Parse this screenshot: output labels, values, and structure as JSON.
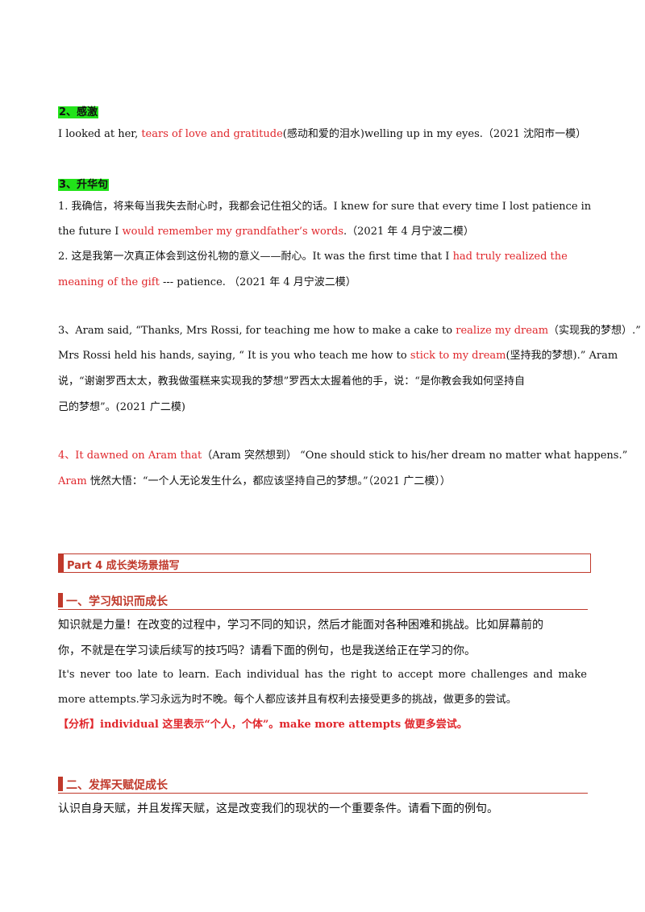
{
  "s2": {
    "heading": "2、感激",
    "l1": {
      "a": "I looked at her,  ",
      "b": "tears of love and gratitude",
      "c": "(感动和爱的泪水)welling up in my eyes.（2021 沈阳市一模）"
    }
  },
  "s3": {
    "heading": "3、升华句",
    "i1": {
      "l1": "1.  我确信，将来每当我失去耐心时，我都会记住祖父的话。I knew for sure that every time I lost patience in",
      "l2a": "the future I  ",
      "l2b": "would remember my grandfather’s words",
      "l2c": ".（2021 年 4 月宁波二模）"
    },
    "i2": {
      "l1a": "2.  这是我第一次真正体会到这份礼物的意义——耐心。It was the first time that I  ",
      "l1b": "had truly realized the",
      "l2a": "meaning of the gift",
      "l2b": "  --- patience.  （2021 年 4 月宁波二模）"
    },
    "i3": {
      "l1a": "3、Aram said, “Thanks, Mrs Rossi, for teaching me how to make a cake to  ",
      "l1b": "realize my dream",
      "l1c": "（实现我的梦想）.”",
      "l2a": "Mrs Rossi held his hands, saying, “ It is you who teach me how to  ",
      "l2b": "stick to my dream",
      "l2c": "(坚持我的梦想).” Aram",
      "l3": "说，“谢谢罗西太太，教我做蛋糕来实现我的梦想”罗西太太握着他的手，说：“是你教会我如何坚持自",
      "l4": "己的梦想”。(2021 广二模)"
    },
    "i4": {
      "l1a": "4、It dawned on Aram that",
      "l1b": "（Aram 突然想到）    “One should stick to his/her dream no matter what happens.”",
      "l2a": "Aram",
      "l2b": "  恍然大悟：“一个人无论发生什么，都应该坚持自己的梦想。”（2021 广二模））"
    }
  },
  "part4": {
    "title": "Part 4  成长类场景描写",
    "sec1": {
      "title": "一、学习知识而成长",
      "p1": "知识就是力量！在改变的过程中，学习不同的知识，然后才能面对各种困难和挑战。比如屏幕前的",
      "p2": "你，不就是在学习读后续写的技巧吗？请看下面的例句，也是我送给正在学习的你。",
      "e1": [
        "It's",
        "never",
        "too",
        "late",
        "to",
        "learn.",
        "Each",
        "individual",
        "has",
        "the",
        "right",
        "to",
        "accept",
        "more",
        "challenges",
        "and",
        "make"
      ],
      "e2": "more attempts.学习永远为时不晚。每个人都应该并且有权利去接受更多的挑战，做更多的尝试。",
      "analysis": "【分析】individual 这里表示“个人，个体”。make more attempts  做更多尝试。"
    },
    "sec2": {
      "title": "二、发挥天赋促成长",
      "p1": "认识自身天赋，并且发挥天赋，这是改变我们的现状的一个重要条件。请看下面的例句。"
    }
  }
}
